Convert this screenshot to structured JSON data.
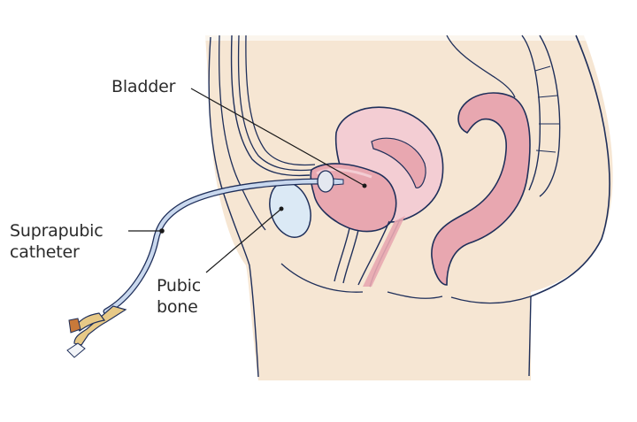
{
  "diagram": {
    "subject": "Suprapubic catheter placement (female pelvis, sagittal view)",
    "labels": {
      "bladder": "Bladder",
      "catheter_line1": "Suprapubic",
      "catheter_line2": "catheter",
      "pubic_line1": "Pubic",
      "pubic_line2": "bone"
    },
    "colors": {
      "skin": "#f6e6d3",
      "outline": "#1f2f5a",
      "organ_pink": "#e8a7b0",
      "organ_light_pink": "#f3cdd3",
      "membrane": "#ece3f0",
      "bone_blue": "#dbe9f5",
      "tube_blue": "#c9d8ee",
      "connector_yellow": "#e7c987",
      "cap_orange": "#c8793a",
      "leader_line": "#1a1a1a"
    }
  }
}
